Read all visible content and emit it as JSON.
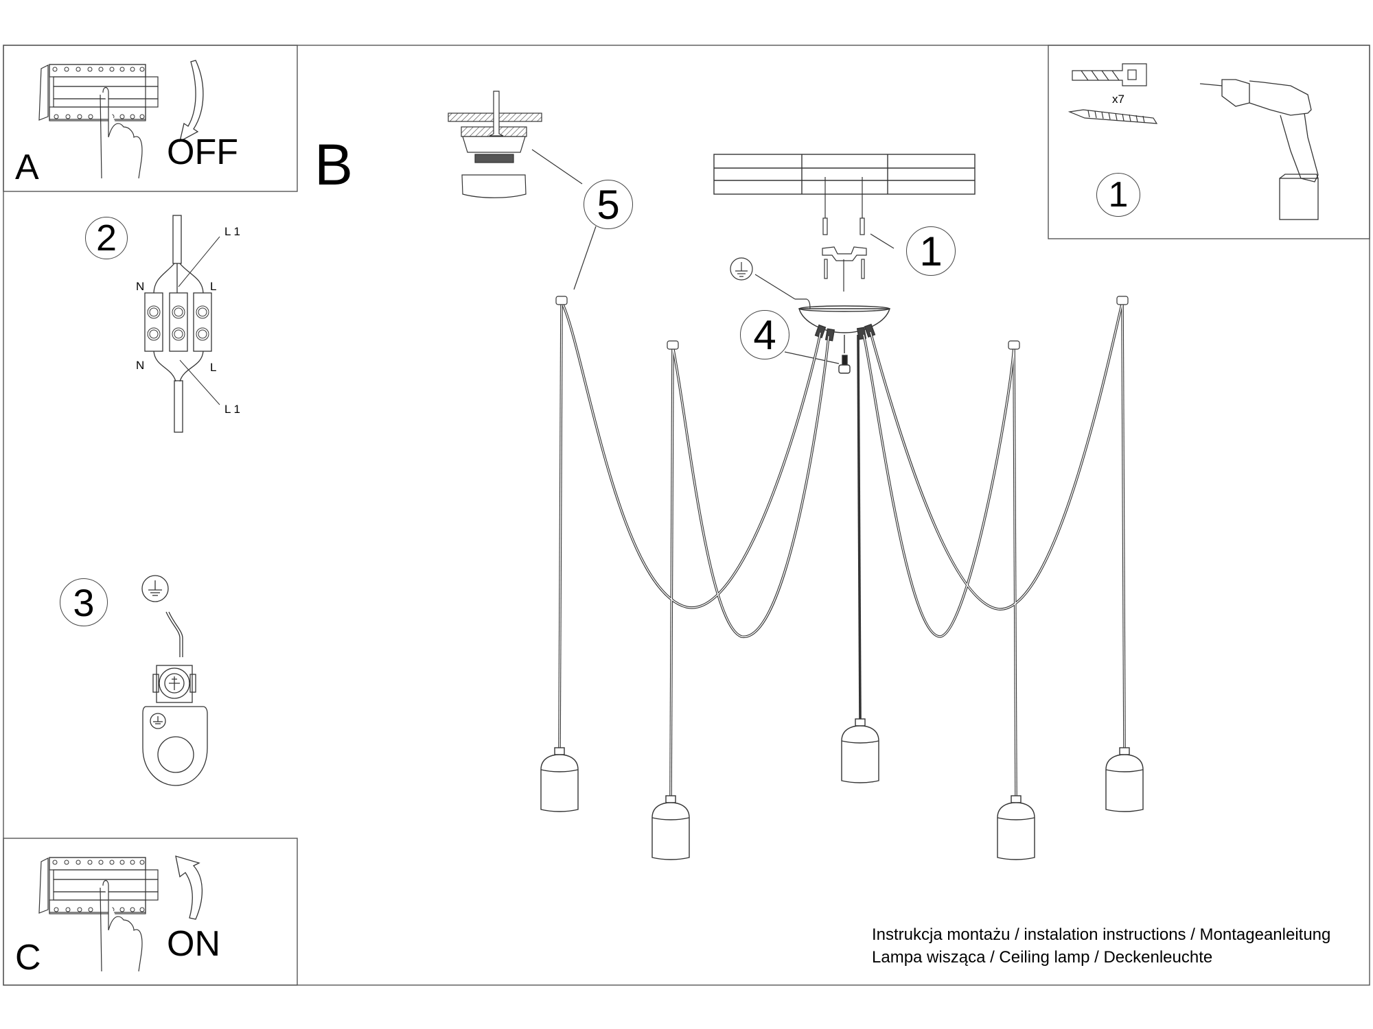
{
  "document": {
    "type": "assembly-instructions",
    "product": "Ceiling lamp (5-pendant)"
  },
  "panels": {
    "A": {
      "letter": "A",
      "action": "OFF",
      "icon": "circuit-breaker-hand-icon",
      "arrow": "arrow-down-icon"
    },
    "B": {
      "letter": "B"
    },
    "C": {
      "letter": "C",
      "action": "ON",
      "icon": "circuit-breaker-hand-icon",
      "arrow": "arrow-up-icon"
    }
  },
  "steps": {
    "step1_tools": {
      "number": "1",
      "quantity": "x7",
      "items": [
        "wall-plug-icon",
        "screw-icon",
        "drill-icon"
      ]
    },
    "step1_mount": {
      "number": "1"
    },
    "step2": {
      "number": "2",
      "labels": {
        "top_left": "N",
        "top_right": "L",
        "bottom_left": "N",
        "bottom_right": "L",
        "top_wire": "L 1",
        "bottom_wire": "L 1"
      }
    },
    "step3": {
      "number": "3",
      "icon": "ground-symbol-icon"
    },
    "step4": {
      "number": "4"
    },
    "step5": {
      "number": "5"
    }
  },
  "pendants": {
    "count": 5
  },
  "footer": {
    "line1": "Instrukcja montażu / instalation instructions / Montageanleitung",
    "line2": "Lampa wisząca / Ceiling lamp / Deckenleuchte"
  },
  "colors": {
    "line": "#333333",
    "frame": "#555555",
    "background": "#ffffff"
  }
}
